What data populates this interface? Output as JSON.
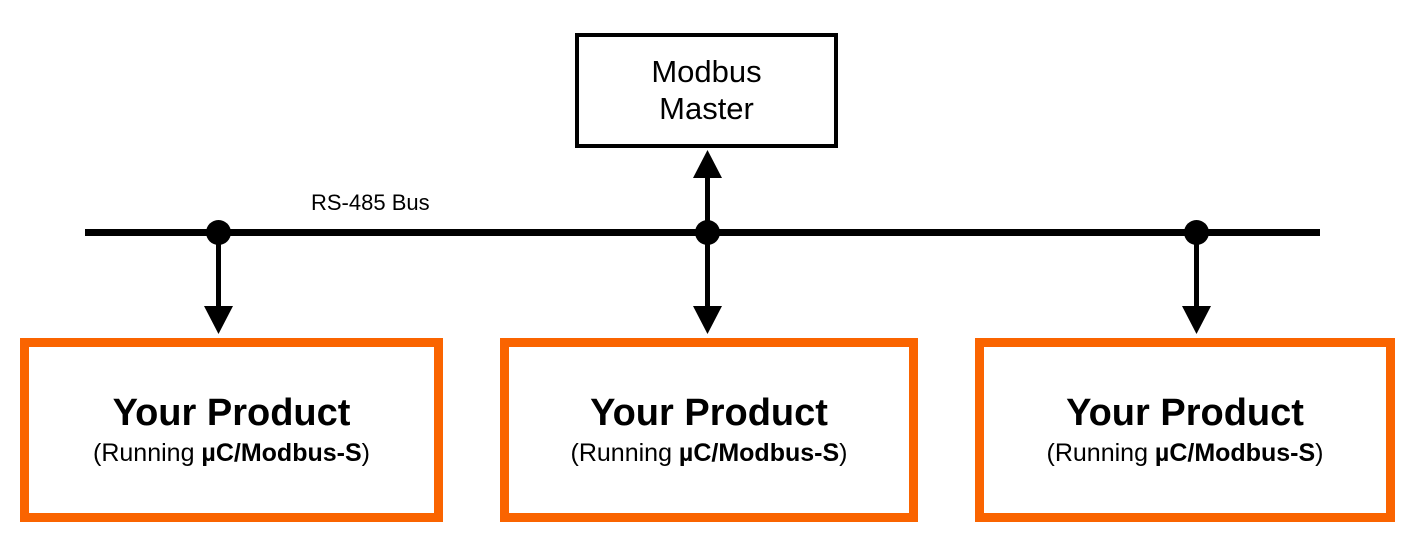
{
  "diagram": {
    "title_block": {
      "name": "modbus-master",
      "line1": "Modbus",
      "line2": "Master"
    },
    "bus": {
      "label": "RS-485 Bus",
      "node_count": 3
    },
    "products": [
      {
        "title": "Your Product",
        "sub_prefix": "(Running ",
        "sub_bold": "µC/Modbus-S",
        "sub_suffix": ")",
        "link": "down"
      },
      {
        "title": "Your Product",
        "sub_prefix": "(Running ",
        "sub_bold": "µC/Modbus-S",
        "sub_suffix": ")",
        "link": "bidirectional"
      },
      {
        "title": "Your Product",
        "sub_prefix": "(Running ",
        "sub_bold": "µC/Modbus-S",
        "sub_suffix": ")",
        "link": "down"
      }
    ],
    "colors": {
      "product_border": "#fa6400",
      "line": "#000000",
      "background": "#ffffff"
    }
  }
}
